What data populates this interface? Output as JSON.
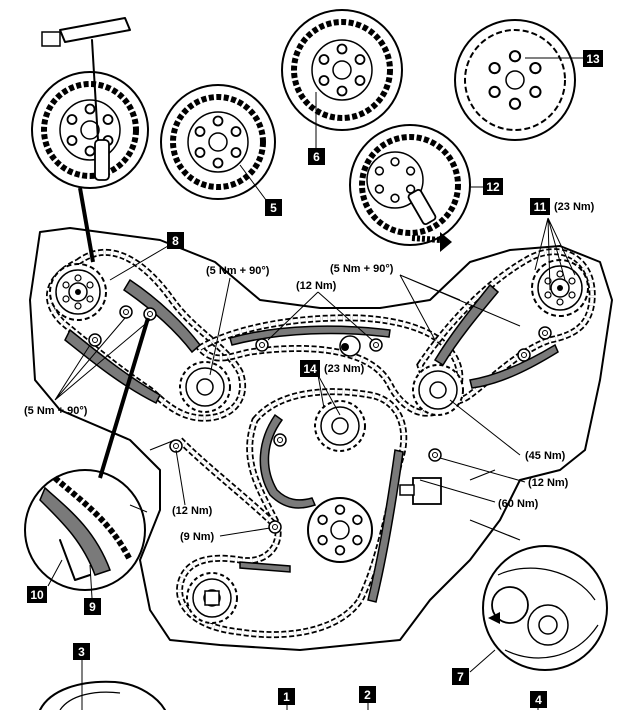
{
  "callouts": {
    "c1": "1",
    "c2": "2",
    "c3": "3",
    "c4": "4",
    "c5": "5",
    "c6": "6",
    "c7": "7",
    "c8": "8",
    "c9": "9",
    "c10": "10",
    "c11": "11",
    "c12": "12",
    "c13": "13",
    "c14": "14"
  },
  "torque": {
    "t11": "(23 Nm)",
    "t14": "(23 Nm)",
    "left_5_90": "(5 Nm + 90°)",
    "mid_5_90": "(5 Nm + 90°)",
    "right_5_90": "(5 Nm + 90°)",
    "top_12": "(12 Nm)",
    "right_45": "(45 Nm)",
    "right_12": "(12 Nm)",
    "right_60": "(60 Nm)",
    "left_12": "(12 Nm)",
    "left_9": "(9 Nm)"
  }
}
